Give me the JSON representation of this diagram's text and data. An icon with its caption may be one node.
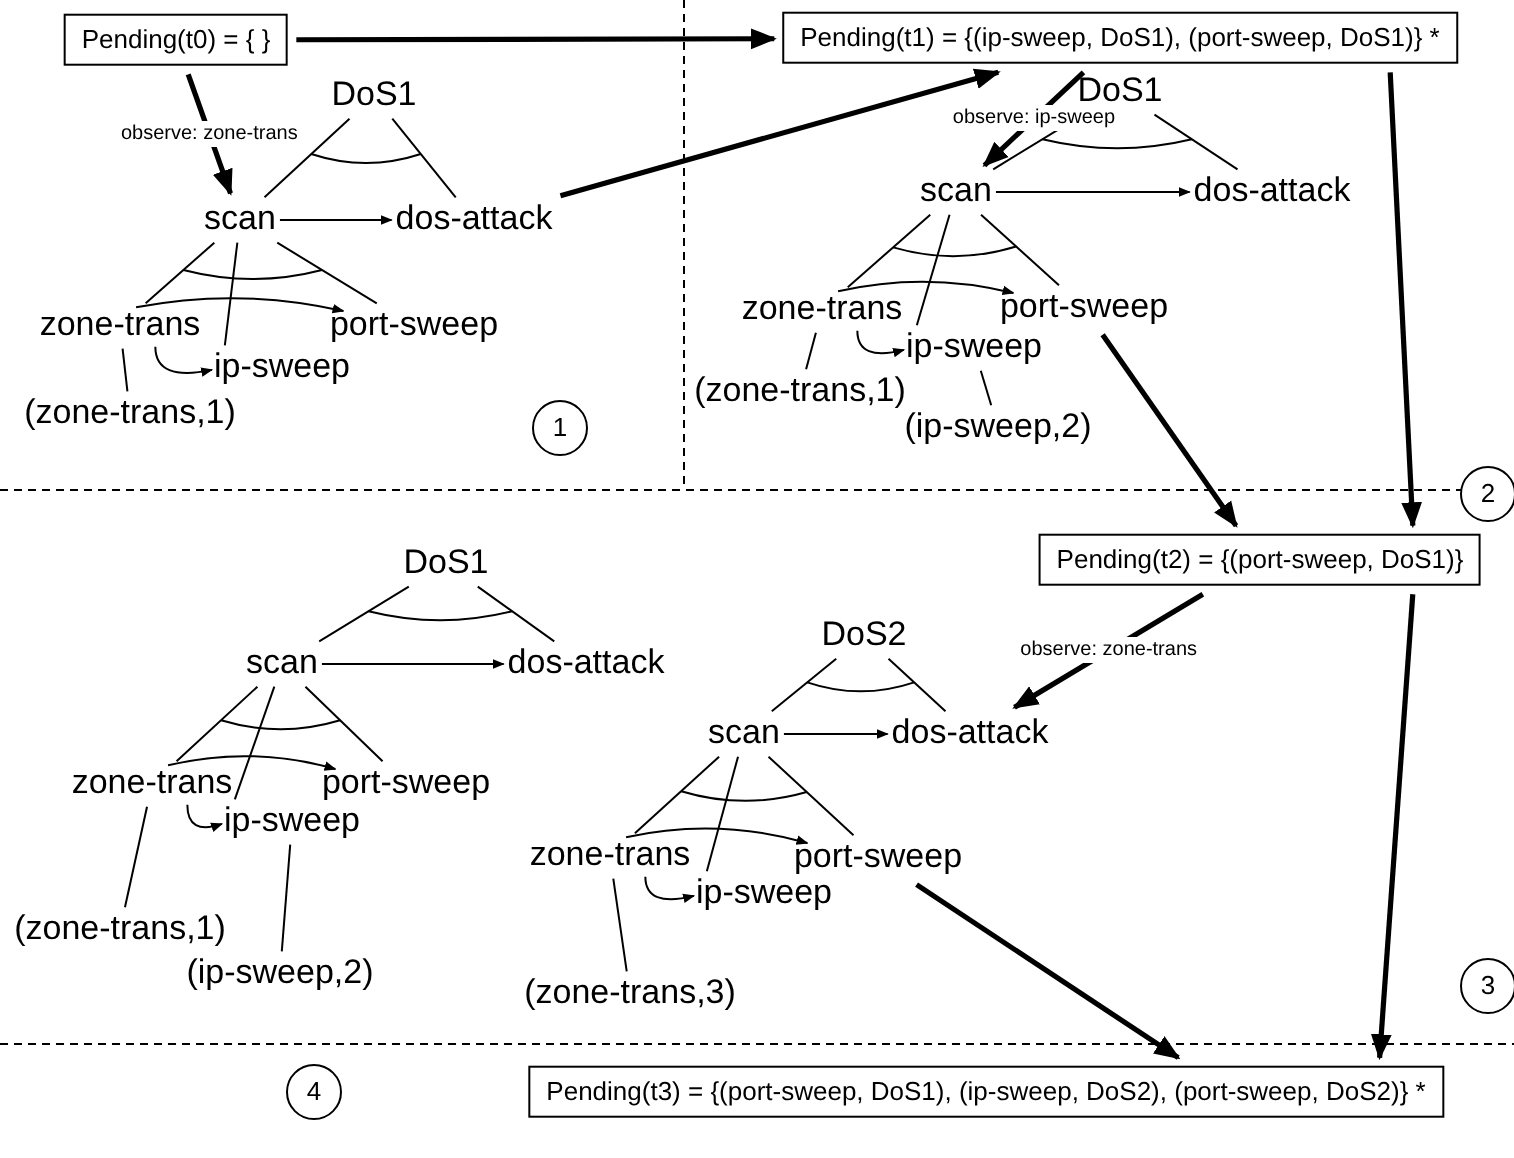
{
  "diagram": {
    "nodes": [
      {
        "text": [
          "Pending(t0) = { }"
        ]
      },
      {
        "text": [
          "DoS1"
        ]
      },
      {
        "text": [
          "scan"
        ]
      },
      {
        "text": [
          "dos-attack"
        ]
      },
      {
        "text": [
          "zone-trans"
        ]
      },
      {
        "text": [
          "ip-sweep"
        ]
      },
      {
        "text": [
          "port-sweep"
        ]
      },
      {
        "text": [
          "(zone-trans,1)"
        ]
      },
      {
        "text": [
          "1"
        ]
      },
      {
        "text": [
          "Pending(t1) = {(ip-sweep, DoS1), (port-sweep, DoS1)} *"
        ]
      },
      {
        "text": [
          "DoS1"
        ]
      },
      {
        "text": [
          "scan"
        ]
      },
      {
        "text": [
          "dos-attack"
        ]
      },
      {
        "text": [
          "zone-trans"
        ]
      },
      {
        "text": [
          "ip-sweep"
        ]
      },
      {
        "text": [
          "port-sweep"
        ]
      },
      {
        "text": [
          "(zone-trans,1)"
        ]
      },
      {
        "text": [
          "(ip-sweep,2)"
        ]
      },
      {
        "text": [
          "2"
        ]
      },
      {
        "text": [
          "Pending(t2) = {(port-sweep, DoS1)}"
        ]
      },
      {
        "text": [
          "DoS1"
        ]
      },
      {
        "text": [
          "scan"
        ]
      },
      {
        "text": [
          "dos-attack"
        ]
      },
      {
        "text": [
          "zone-trans"
        ]
      },
      {
        "text": [
          "ip-sweep"
        ]
      },
      {
        "text": [
          "port-sweep"
        ]
      },
      {
        "text": [
          "(zone-trans,1)"
        ]
      },
      {
        "text": [
          "(ip-sweep,2)"
        ]
      },
      {
        "text": [
          "DoS2"
        ]
      },
      {
        "text": [
          "scan"
        ]
      },
      {
        "text": [
          "dos-attack"
        ]
      },
      {
        "text": [
          "zone-trans"
        ]
      },
      {
        "text": [
          "ip-sweep"
        ]
      },
      {
        "text": [
          "port-sweep"
        ]
      },
      {
        "text": [
          "(zone-trans,3)"
        ]
      },
      {
        "text": [
          "3"
        ]
      },
      {
        "text": [
          "4"
        ]
      },
      {
        "text": [
          "Pending(t3) = {(port-sweep, DoS1), (ip-sweep, DoS2), (port-sweep, DoS2)} *"
        ]
      }
    ],
    "edges": [
      {
        "from": 1,
        "to": 2,
        "arrow": "none"
      },
      {
        "from": 1,
        "to": 3,
        "arrow": "none"
      },
      {
        "from": 2,
        "to": 3,
        "arrow": "to"
      },
      {
        "from": 2,
        "to": 4,
        "arrow": "none"
      },
      {
        "from": 2,
        "to": 5,
        "arrow": "none"
      },
      {
        "from": 2,
        "to": 6,
        "arrow": "none"
      },
      {
        "from": 4,
        "to": 6,
        "arrow": "to"
      },
      {
        "from": 4,
        "to": 5,
        "arrow": "to"
      },
      {
        "from": 4,
        "to": 7,
        "arrow": "none"
      },
      {
        "from": 10,
        "to": 11,
        "arrow": "none"
      },
      {
        "from": 10,
        "to": 12,
        "arrow": "none"
      },
      {
        "from": 11,
        "to": 12,
        "arrow": "to"
      },
      {
        "from": 11,
        "to": 13,
        "arrow": "none"
      },
      {
        "from": 11,
        "to": 14,
        "arrow": "none"
      },
      {
        "from": 11,
        "to": 15,
        "arrow": "none"
      },
      {
        "from": 13,
        "to": 15,
        "arrow": "to"
      },
      {
        "from": 13,
        "to": 14,
        "arrow": "to"
      },
      {
        "from": 13,
        "to": 16,
        "arrow": "none"
      },
      {
        "from": 14,
        "to": 17,
        "arrow": "none"
      },
      {
        "from": 20,
        "to": 21,
        "arrow": "none"
      },
      {
        "from": 20,
        "to": 22,
        "arrow": "none"
      },
      {
        "from": 21,
        "to": 22,
        "arrow": "to"
      },
      {
        "from": 21,
        "to": 23,
        "arrow": "none"
      },
      {
        "from": 21,
        "to": 24,
        "arrow": "none"
      },
      {
        "from": 21,
        "to": 25,
        "arrow": "none"
      },
      {
        "from": 23,
        "to": 25,
        "arrow": "to"
      },
      {
        "from": 23,
        "to": 24,
        "arrow": "to"
      },
      {
        "from": 23,
        "to": 26,
        "arrow": "none"
      },
      {
        "from": 24,
        "to": 27,
        "arrow": "none"
      },
      {
        "from": 28,
        "to": 29,
        "arrow": "none"
      },
      {
        "from": 28,
        "to": 30,
        "arrow": "none"
      },
      {
        "from": 29,
        "to": 30,
        "arrow": "to"
      },
      {
        "from": 29,
        "to": 31,
        "arrow": "none"
      },
      {
        "from": 29,
        "to": 32,
        "arrow": "none"
      },
      {
        "from": 29,
        "to": 33,
        "arrow": "none"
      },
      {
        "from": 31,
        "to": 33,
        "arrow": "to"
      },
      {
        "from": 31,
        "to": 32,
        "arrow": "to"
      },
      {
        "from": 31,
        "to": 34,
        "arrow": "none"
      },
      {
        "from": 0,
        "to": 9,
        "arrow": "to",
        "style": "thick"
      },
      {
        "from": 3,
        "to": 9,
        "arrow": "to",
        "style": "thick"
      },
      {
        "from": 0,
        "to": 2,
        "arrow": "to",
        "style": "thick",
        "label": "observe: zone-trans"
      },
      {
        "from": 9,
        "to": 11,
        "arrow": "to",
        "style": "thick",
        "label": "observe: ip-sweep"
      },
      {
        "from": 15,
        "to": 19,
        "arrow": "to",
        "style": "thick"
      },
      {
        "from": 9,
        "to": 19,
        "arrow": "to",
        "style": "thick"
      },
      {
        "from": 19,
        "to": 30,
        "arrow": "to",
        "style": "thick",
        "label": "observe: zone-trans"
      },
      {
        "from": 19,
        "to": 37,
        "arrow": "to",
        "style": "thick"
      },
      {
        "from": 33,
        "to": 37,
        "arrow": "to",
        "style": "thick"
      }
    ]
  }
}
